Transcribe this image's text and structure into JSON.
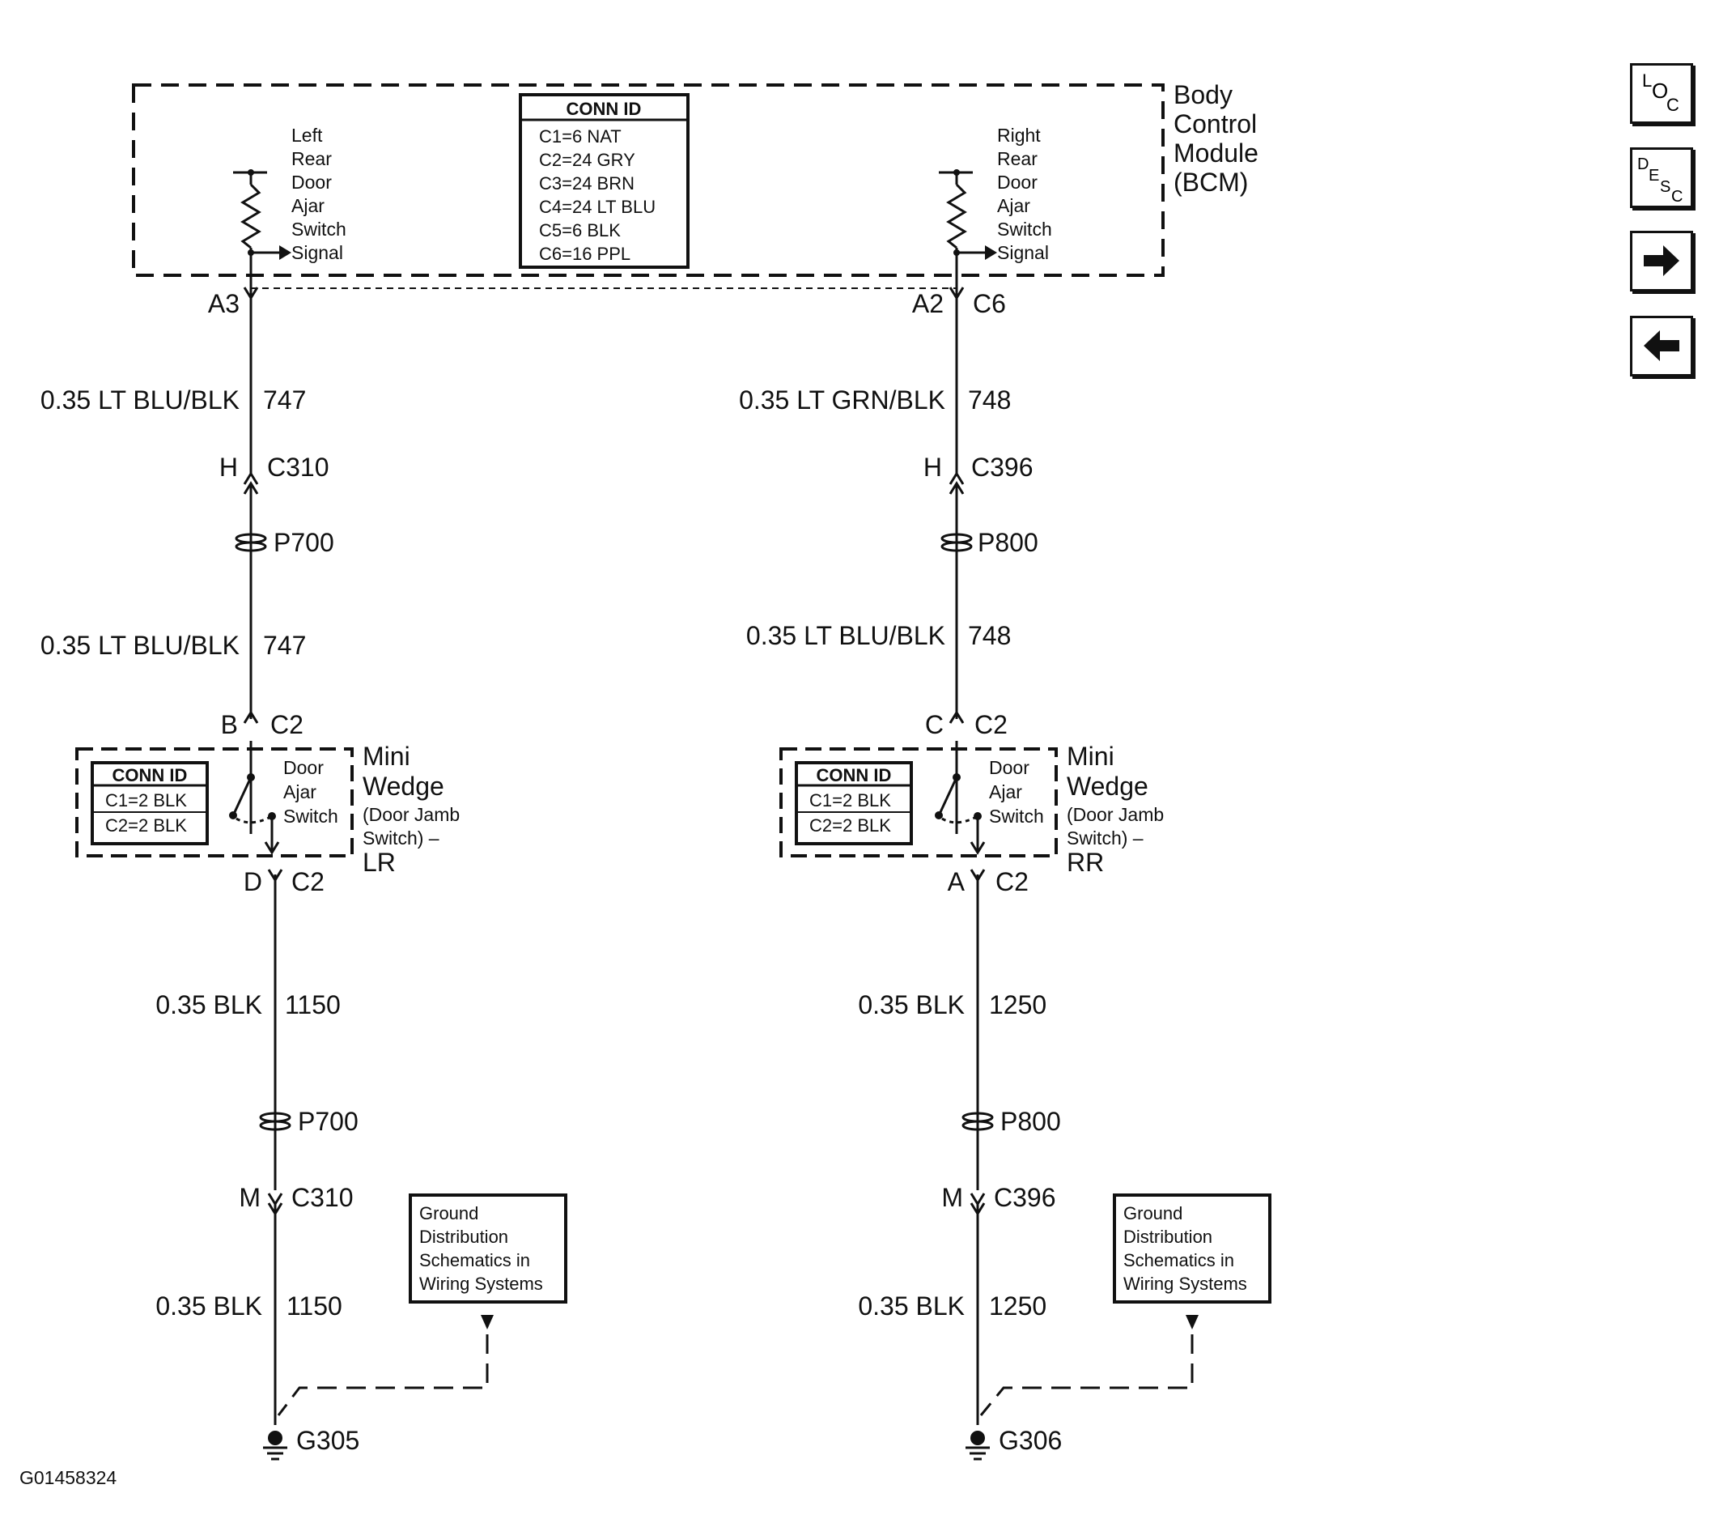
{
  "bcm": {
    "name_lines": [
      "Body",
      "Control",
      "Module",
      "(BCM)"
    ],
    "left_signal_lines": [
      "Left",
      "Rear",
      "Door",
      "Ajar",
      "Switch",
      "Signal"
    ],
    "right_signal_lines": [
      "Right",
      "Rear",
      "Door",
      "Ajar",
      "Switch",
      "Signal"
    ],
    "conn_table": {
      "header": "CONN ID",
      "rows": [
        "C1=6 NAT",
        "C2=24 GRY",
        "C3=24 BRN",
        "C4=24 LT BLU",
        "C5=6 BLK",
        "C6=16 PPL"
      ]
    }
  },
  "left_circuit": {
    "bcm_pin": "A3",
    "wire1": {
      "label": "0.35 LT BLU/BLK",
      "number": "747"
    },
    "conn1": {
      "pin": "H",
      "id": "C310"
    },
    "passthrough1": "P700",
    "wire2": {
      "label": "0.35 LT BLU/BLK",
      "number": "747"
    },
    "switch_in": {
      "pin": "B",
      "id": "C2"
    },
    "switch_out": {
      "pin": "D",
      "id": "C2"
    },
    "wire3": {
      "label": "0.35 BLK",
      "number": "1150"
    },
    "passthrough2": "P700",
    "conn2": {
      "pin": "M",
      "id": "C310"
    },
    "wire4": {
      "label": "0.35 BLK",
      "number": "1150"
    },
    "ground": "G305"
  },
  "right_circuit": {
    "bcm_pin": "A2",
    "bcm_conn": "C6",
    "wire1": {
      "label": "0.35 LT GRN/BLK",
      "number": "748"
    },
    "conn1": {
      "pin": "H",
      "id": "C396"
    },
    "passthrough1": "P800",
    "wire2": {
      "label": "0.35 LT BLU/BLK",
      "number": "748"
    },
    "switch_in": {
      "pin": "C",
      "id": "C2"
    },
    "switch_out": {
      "pin": "A",
      "id": "C2"
    },
    "wire3": {
      "label": "0.35 BLK",
      "number": "1250"
    },
    "passthrough2": "P800",
    "conn2": {
      "pin": "M",
      "id": "C396"
    },
    "wire4": {
      "label": "0.35 BLK",
      "number": "1250"
    },
    "ground": "G306"
  },
  "left_switch": {
    "conn_table": {
      "header": "CONN ID",
      "rows": [
        "C1=2 BLK",
        "C2=2 BLK"
      ]
    },
    "switch_lines": [
      "Door",
      "Ajar",
      "Switch"
    ],
    "name_lines": [
      "Mini",
      "Wedge",
      "(Door Jamb",
      "Switch) –",
      "LR"
    ]
  },
  "right_switch": {
    "conn_table": {
      "header": "CONN ID",
      "rows": [
        "C1=2 BLK",
        "C2=2 BLK"
      ]
    },
    "switch_lines": [
      "Door",
      "Ajar",
      "Switch"
    ],
    "name_lines": [
      "Mini",
      "Wedge",
      "(Door Jamb",
      "Switch) –",
      "RR"
    ]
  },
  "ground_note_lines": [
    "Ground",
    "Distribution",
    "Schematics in",
    "Wiring Systems"
  ],
  "nav": {
    "loc": {
      "a": "L",
      "b": "O",
      "c": "C"
    },
    "desc": {
      "a": "D",
      "b": "E",
      "c": "S",
      "d": "C"
    },
    "icons": [
      "arrow-right-icon",
      "arrow-left-icon"
    ]
  },
  "figure_id": "G01458324"
}
